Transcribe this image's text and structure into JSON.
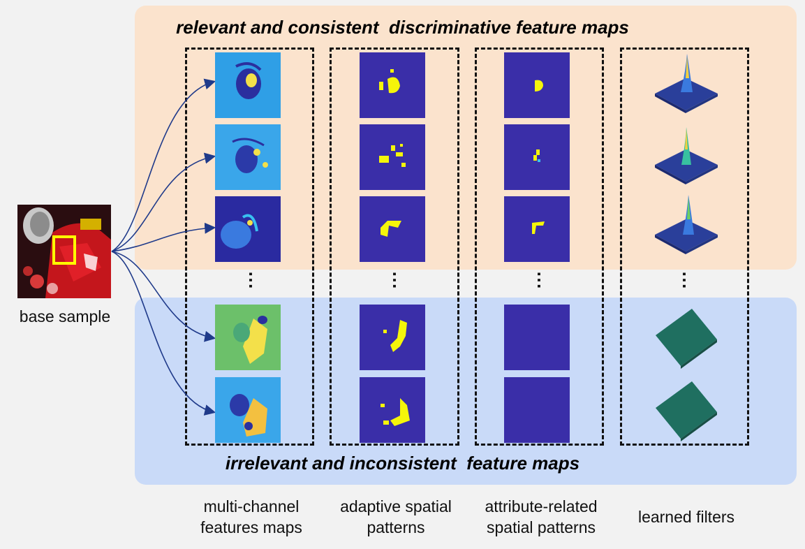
{
  "titles": {
    "top": "relevant and consistent  discriminative feature maps",
    "bottom": "irrelevant and inconsistent  feature maps"
  },
  "base_sample": {
    "label": "base sample"
  },
  "columns": [
    {
      "label_line1": "multi-channel",
      "label_line2": "features maps"
    },
    {
      "label_line1": "adaptive spatial",
      "label_line2": "patterns"
    },
    {
      "label_line1": "attribute-related",
      "label_line2": "spatial patterns"
    },
    {
      "label_line1": "learned filters",
      "label_line2": ""
    }
  ],
  "colors": {
    "top_region": "#fbe3cd",
    "bottom_region": "#c9daf8",
    "arrow": "#1f3a8a",
    "map_dark": "#3a2ea8",
    "map_yellow": "#f5f50a",
    "feature_blue": "#3aa0e8",
    "filter_teal": "#1f6f60",
    "highlight_box": "#ffff00"
  },
  "icons": {
    "dots": "vertical-ellipsis-icon"
  }
}
